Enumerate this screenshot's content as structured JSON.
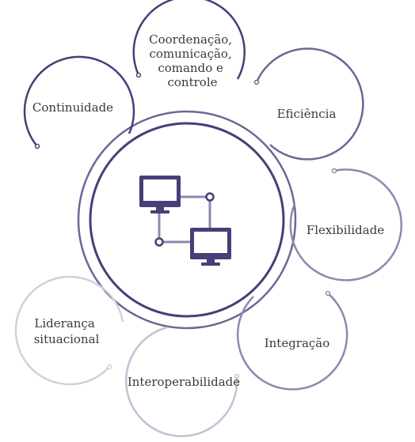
{
  "diagram": {
    "center_icon": "networked-computers-icon",
    "colors": {
      "dark": "#4a3d78",
      "medium": "#6f6596",
      "light": "#8f88ad",
      "pale": "#c4c0d4",
      "text": "#3a3a3a"
    },
    "nodes": [
      {
        "id": "continuidade",
        "lines": [
          "Continuidade"
        ]
      },
      {
        "id": "coordenacao",
        "lines": [
          "Coordenação,",
          "comunicação,",
          "comando e",
          "controle"
        ]
      },
      {
        "id": "eficiencia",
        "lines": [
          "Eficiência"
        ]
      },
      {
        "id": "flexibilidade",
        "lines": [
          "Flexibilidade"
        ]
      },
      {
        "id": "integracao",
        "lines": [
          "Integração"
        ]
      },
      {
        "id": "interoperabilidade",
        "lines": [
          "Interoperabilidade"
        ]
      },
      {
        "id": "lideranca",
        "lines": [
          "Liderança",
          "situacional"
        ]
      }
    ]
  }
}
